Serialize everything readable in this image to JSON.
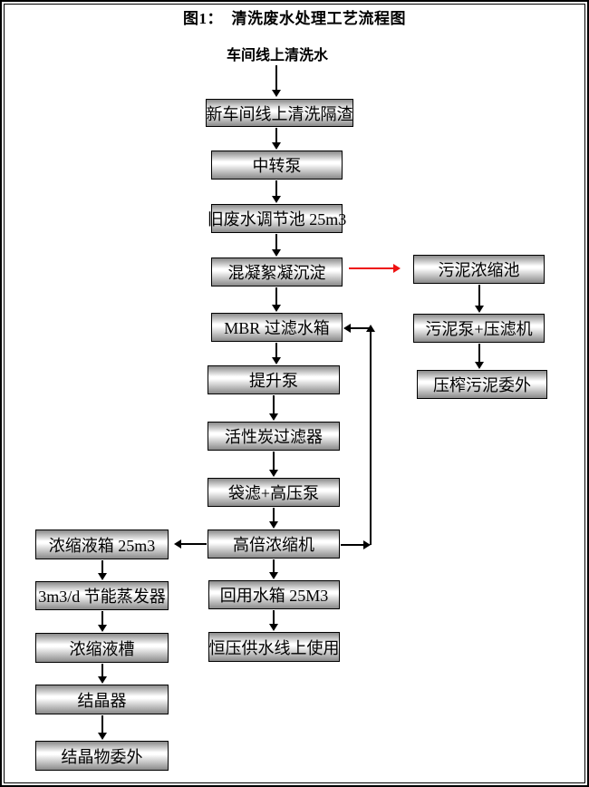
{
  "figure": {
    "title": "图1：  清洗废水处理工艺流程图",
    "source_label": "车间线上清洗水"
  },
  "colors": {
    "arrow": "#000000",
    "sludge_arrow": "#ee1111",
    "box_border": "#000000",
    "box_gradient_edge": "#8a8a8a",
    "box_gradient_center": "#ffffff"
  },
  "nodes": {
    "main": [
      "新车间线上清洗隔渣",
      "中转泵",
      "旧废水调节池 25m3",
      "混凝絮凝沉淀",
      "MBR 过滤水箱",
      "提升泵",
      "活性炭过滤器",
      "袋滤+高压泵",
      "高倍浓缩机",
      "回用水箱 25M3",
      "恒压供水线上使用"
    ],
    "sludge": [
      "污泥浓缩池",
      "污泥泵+压滤机",
      "压榨污泥委外"
    ],
    "concentrate": [
      "浓缩液箱 25m3",
      "3m3/d 节能蒸发器",
      "浓缩液槽",
      "结晶器",
      "结晶物委外"
    ]
  }
}
